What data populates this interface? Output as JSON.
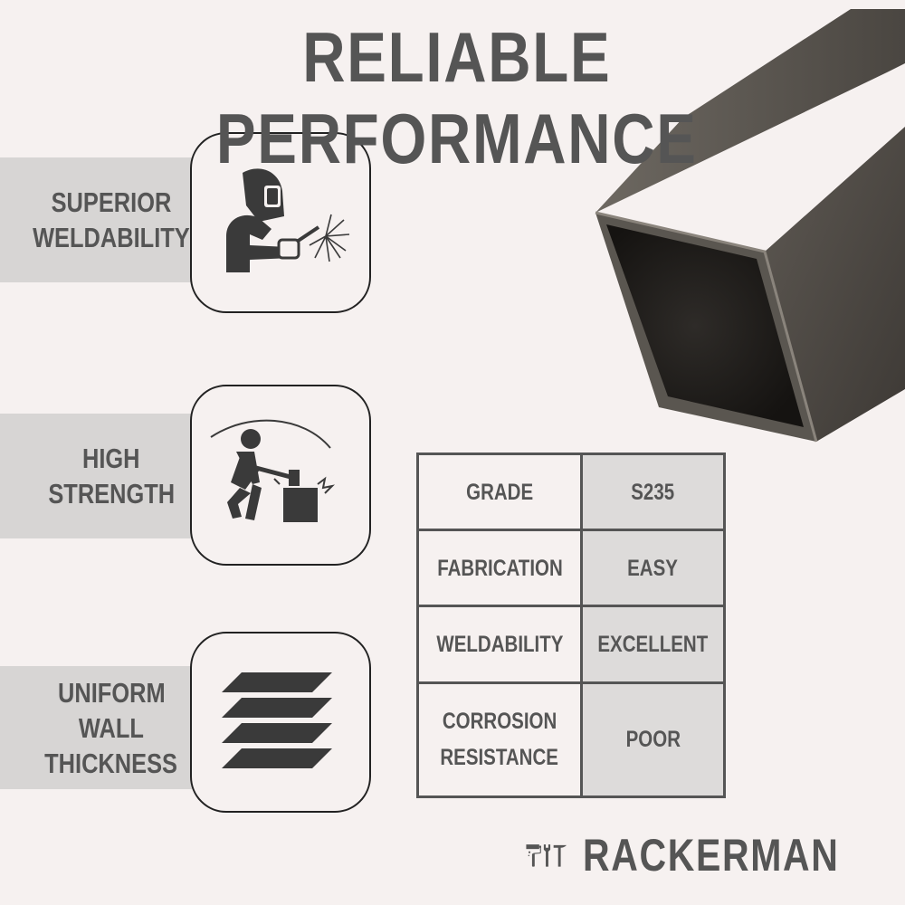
{
  "header": {
    "title": "RELIABLE PERFORMANCE"
  },
  "features": [
    {
      "lines": [
        "SUPERIOR",
        "WELDABILITY"
      ],
      "icon": "welder-icon"
    },
    {
      "lines": [
        "HIGH",
        "STRENGTH"
      ],
      "icon": "strength-worker-icon"
    },
    {
      "lines": [
        "UNIFORM",
        "WALL",
        "THICKNESS"
      ],
      "icon": "layered-sheets-icon"
    }
  ],
  "specs": {
    "rows": [
      {
        "label": [
          "GRADE"
        ],
        "value": "S235"
      },
      {
        "label": [
          "FABRICATION"
        ],
        "value": "EASY"
      },
      {
        "label": [
          "WELDABILITY"
        ],
        "value": "EXCELLENT"
      },
      {
        "label": [
          "CORROSION",
          "RESISTANCE"
        ],
        "value": "POOR"
      }
    ]
  },
  "brand": {
    "name": "RACKERMAN",
    "logo_icon": "tools-logo-icon"
  },
  "colors": {
    "background": "#f6f1f0",
    "text": "#555555",
    "panel": "#d7d5d4",
    "steel": "#3c3935"
  }
}
